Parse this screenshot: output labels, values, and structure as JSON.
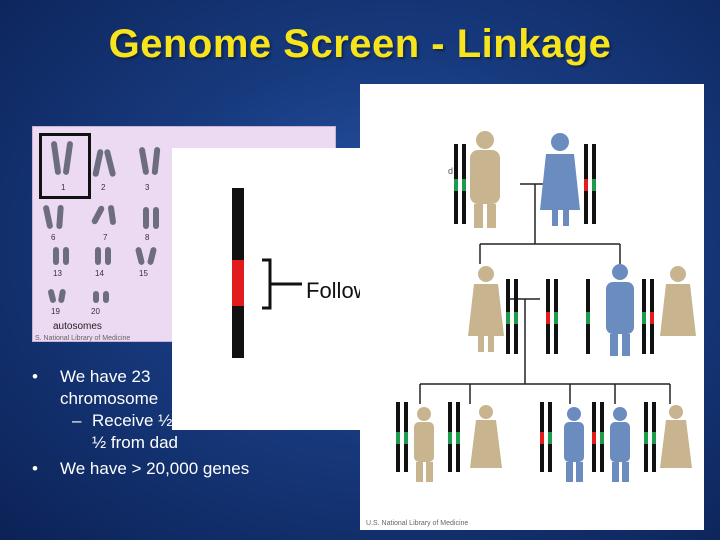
{
  "slide": {
    "title": "Genome Screen - Linkage",
    "accent_color": "#f7e41c",
    "background_color": "#173a7e"
  },
  "karyotype": {
    "numbers": [
      "1",
      "2",
      "3",
      "6",
      "7",
      "8",
      "13",
      "14",
      "15",
      "19",
      "20"
    ],
    "label": "autosomes",
    "credit": "S. National Library of Medicine"
  },
  "followup": {
    "label": "Follow-up",
    "highlight_color": "#e21c1c"
  },
  "pedigree": {
    "text_fragment": "d",
    "credit": "U.S. National Library of Medicine",
    "colors": {
      "female": "#c8b58f",
      "male": "#6a8cbf",
      "green_band": "#1e9a4c",
      "red_band": "#e21c1c"
    }
  },
  "bullets": {
    "item1_line1": "We have 23",
    "item1_line2": "chromosome",
    "sub1_line1": "Receive ½ from mom and",
    "sub1_line2": "½ from dad",
    "item2": "We have > 20,000 genes",
    "bullet_glyph": "•",
    "dash_glyph": "–"
  }
}
